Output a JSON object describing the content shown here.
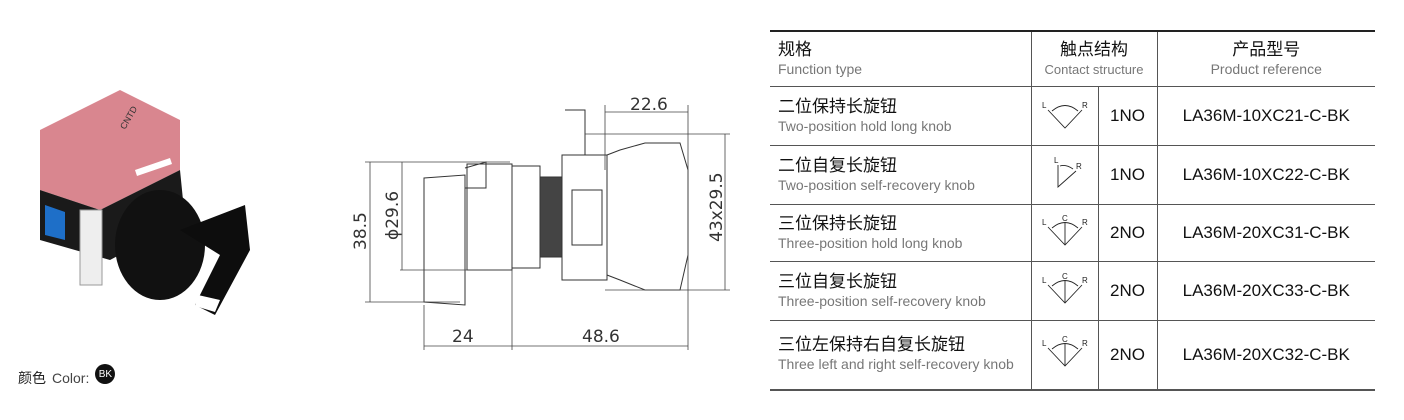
{
  "color": {
    "label_cn": "颜色",
    "label_en": "Color:",
    "badge": "BK",
    "badge_color": "#111111"
  },
  "photo": {
    "label": "CNTD"
  },
  "drawing": {
    "dims": {
      "top": "22.6",
      "height_total": "38.5",
      "diameter": "ϕ29.6",
      "block": "43x29.5",
      "front": "24",
      "body": "48.6"
    }
  },
  "table": {
    "headers": [
      {
        "cn": "规格",
        "en": "Function type"
      },
      {
        "cn": "触点结构",
        "en": "Contact structure"
      },
      {
        "cn": "产品型号",
        "en": "Product reference"
      }
    ],
    "rows": [
      {
        "cn": "二位保持长旋钮",
        "en": "Two-position hold long knob",
        "diagram": "two-position-hold",
        "contact": "1NO",
        "ref": "LA36M-10XC21-C-BK"
      },
      {
        "cn": "二位自复长旋钮",
        "en": "Two-position self-recovery knob",
        "diagram": "two-position-return",
        "contact": "1NO",
        "ref": "LA36M-10XC22-C-BK"
      },
      {
        "cn": "三位保持长旋钮",
        "en": "Three-position hold long knob",
        "diagram": "three-position-hold",
        "contact": "2NO",
        "ref": "LA36M-20XC31-C-BK"
      },
      {
        "cn": "三位自复长旋钮",
        "en": "Three-position self-recovery knob",
        "diagram": "three-position-return",
        "contact": "2NO",
        "ref": "LA36M-20XC33-C-BK"
      },
      {
        "cn": "三位左保持右自复长旋钮",
        "en": "Three left and right self-recovery knob",
        "diagram": "three-position-mixed",
        "contact": "2NO",
        "ref": "LA36M-20XC32-C-BK"
      }
    ],
    "diagram_labels": {
      "l": "L",
      "c": "C",
      "r": "R"
    }
  }
}
